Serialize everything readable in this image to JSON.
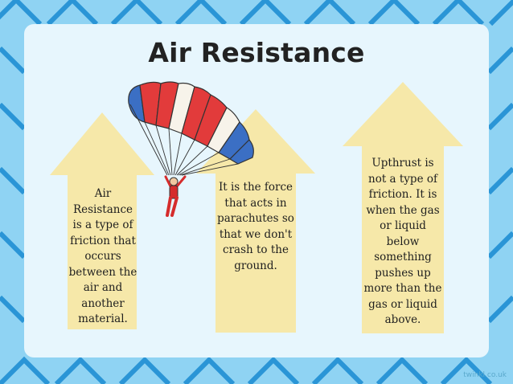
{
  "slide": {
    "title": "Air Resistance",
    "arrows": [
      {
        "text": "Air Resistance is a type of friction that occurs between the air and another material."
      },
      {
        "text": "It is the force that acts in parachutes so that we don't crash to the ground."
      },
      {
        "text": "Upthrust is not a type of friction. It is when the gas or liquid below something pushes up more than the gas or liquid above."
      }
    ],
    "watermark": "twinkl.co.uk"
  },
  "colors": {
    "background": "#8fd3f3",
    "pattern_arrow": "#2a95d6",
    "panel": "#e7f6fd",
    "arrow_fill": "#f6e8a9"
  },
  "icons": [
    "parachute-icon",
    "skydiver-icon"
  ]
}
